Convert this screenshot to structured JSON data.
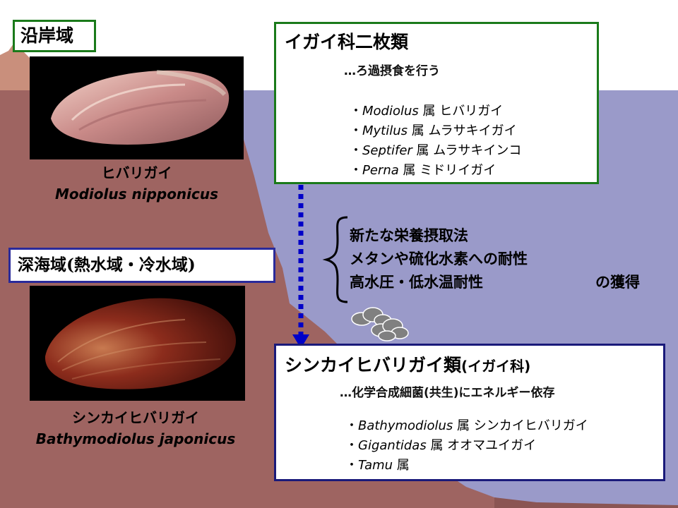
{
  "bullet": "・",
  "labels": {
    "coastal": "沿岸域",
    "deep_sea": "深海域(熱水域・冷水域)"
  },
  "coastal_species": {
    "japanese_name": "ヒバリガイ",
    "scientific_name": "Modiolus nipponicus"
  },
  "deep_sea_species": {
    "japanese_name": "シンカイヒバリガイ",
    "scientific_name": "Bathymodiolus japonicus"
  },
  "mytilidae_panel": {
    "title": "イガイ科二枚類",
    "subtitle": "…ろ過摂食を行う",
    "items": [
      {
        "genus": "Modiolus",
        "rest": " 属 ヒバリガイ"
      },
      {
        "genus": "Mytilus",
        "rest": " 属 ムラサキイガイ"
      },
      {
        "genus": "Septifer",
        "rest": " 属 ムラサキインコ"
      },
      {
        "genus": "Perna",
        "rest": " 属 ミドリイガイ"
      }
    ]
  },
  "acquired_traits": [
    "新たな栄養摂取法",
    "メタンや硫化水素への耐性",
    "高水圧・低水温耐性"
  ],
  "acquisition_suffix": "の獲得",
  "deep_panel": {
    "title": "シンカイヒバリガイ類",
    "title_suffix": "(イガイ科)",
    "subtitle": "…化学合成細菌(共生)にエネルギー依存",
    "items": [
      {
        "genus": "Bathymodiolus",
        "rest": " 属 シンカイヒバリガイ"
      },
      {
        "genus": "Gigantidas",
        "rest": " 属 オオマユイガイ"
      },
      {
        "genus": "Tamu",
        "rest": " 属"
      }
    ]
  },
  "colors": {
    "sea": "#9a9ac9",
    "seabed": "#9e6461",
    "coastal_border": "#1a7a1a",
    "deep_border": "#1a1a7a",
    "arrow": "#0000c8"
  }
}
